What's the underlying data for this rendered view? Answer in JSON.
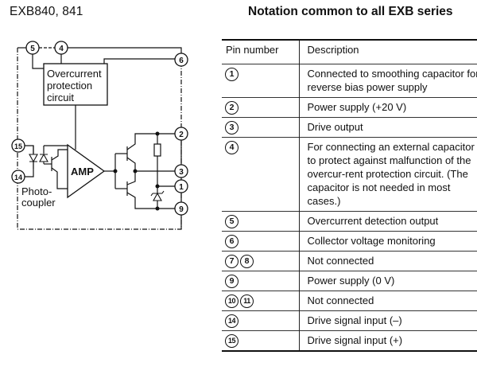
{
  "left_title": "EXB840, 841",
  "right_title": "Notation common to all EXB series",
  "diagram": {
    "block_label": [
      "Overcurrent",
      "protection",
      "circuit"
    ],
    "amp_label": "AMP",
    "photocoupler_label": [
      "Photo-",
      "coupler"
    ],
    "pins": {
      "p5": "5",
      "p4": "4",
      "p6": "6",
      "p15": "15",
      "p14": "14",
      "p2": "2",
      "p3": "3",
      "p1": "1",
      "p9": "9"
    }
  },
  "table": {
    "headers": {
      "pin": "Pin number",
      "description": "Description"
    },
    "rows": [
      {
        "pins": [
          "1"
        ],
        "description": "Connected to smoothing capacitor for reverse bias power supply"
      },
      {
        "pins": [
          "2"
        ],
        "description": "Power supply (+20 V)"
      },
      {
        "pins": [
          "3"
        ],
        "description": "Drive output"
      },
      {
        "pins": [
          "4"
        ],
        "description": "For connecting an external capacitor to protect against malfunction of the overcur-rent protection circuit. (The capacitor is not needed in most cases.)"
      },
      {
        "pins": [
          "5"
        ],
        "description": "Overcurrent detection output"
      },
      {
        "pins": [
          "6"
        ],
        "description": "Collector voltage monitoring"
      },
      {
        "pins": [
          "7",
          "8"
        ],
        "description": "Not connected"
      },
      {
        "pins": [
          "9"
        ],
        "description": "Power supply (0 V)"
      },
      {
        "pins": [
          "10",
          "11"
        ],
        "description": "Not connected"
      },
      {
        "pins": [
          "14"
        ],
        "description": "Drive signal input (–)"
      },
      {
        "pins": [
          "15"
        ],
        "description": "Drive signal input (+)"
      }
    ]
  }
}
